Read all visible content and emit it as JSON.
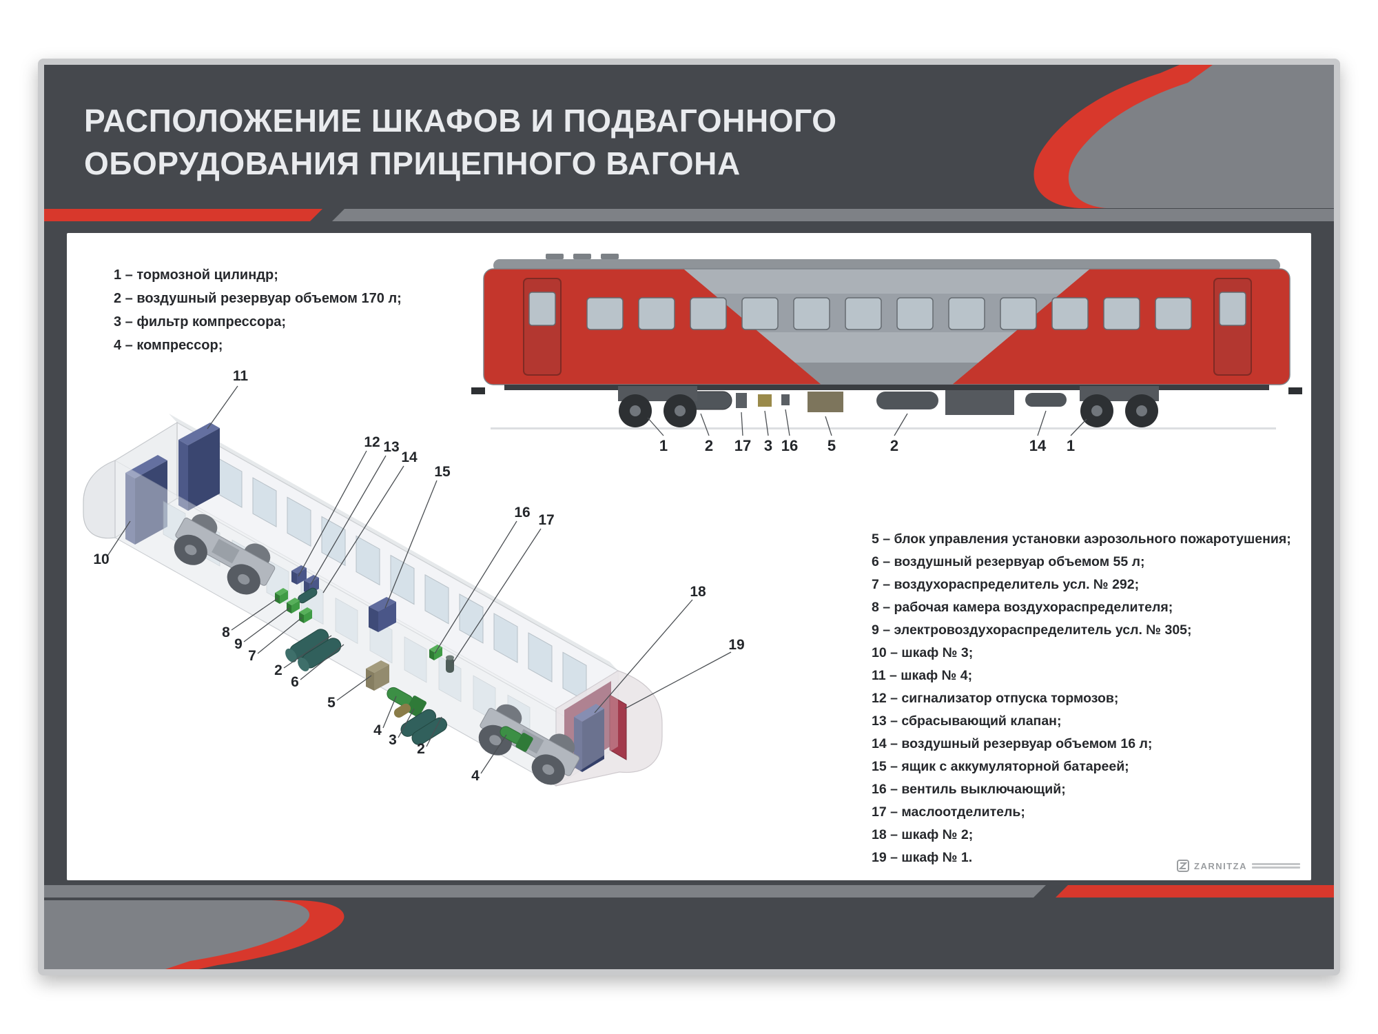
{
  "poster": {
    "title": {
      "line1": "РАСПОЛОЖЕНИЕ ШКАФОВ И ПОДВАГОННОГО",
      "line2": "ОБОРУДОВАНИЯ ПРИЦЕПНОГО ВАГОНА"
    },
    "legend_top": [
      "1 – тормозной цилиндр;",
      "2 – воздушный резервуар объемом 170 л;",
      "3 – фильтр компрессора;",
      "4 – компрессор;"
    ],
    "legend_right": [
      "5 – блок управления установки аэрозольного пожаротушения;",
      "6 – воздушный резервуар объемом 55 л;",
      "7 – воздухораспределитель усл. № 292;",
      "8 – рабочая камера воздухораспределителя;",
      "9 – электровоздухораспределитель усл. № 305;",
      "10 – шкаф № 3;",
      "11 – шкаф № 4;",
      "12 – сигнализатор отпуска тормозов;",
      "13 – сбрасывающий клапан;",
      "14 – воздушный резервуар объемом 16 л;",
      "15 – ящик с аккумуляторной батареей;",
      "16 – вентиль выключающий;",
      "17 – маслоотделитель;",
      "18 – шкаф № 2;",
      "19 – шкаф № 1."
    ],
    "side_callouts": [
      "1",
      "2",
      "17",
      "3",
      "16",
      "5",
      "2",
      "14",
      "1"
    ],
    "iso_callouts": [
      "11",
      "12",
      "13",
      "14",
      "15",
      "16",
      "17",
      "18",
      "19",
      "10",
      "8",
      "9",
      "7",
      "2",
      "6",
      "5",
      "4",
      "3",
      "2",
      "4"
    ],
    "logo_text": "ZARNITZA",
    "colors": {
      "board_gray": "#45484d",
      "accent_red": "#d8382c",
      "swoosh_gray": "#7e8186",
      "panel_white": "#ffffff",
      "livery_red": "#c4362c",
      "livery_gray": "#abb1b7",
      "cabinet_blue": "#46527e",
      "equipment_green": "#3c8f45",
      "reservoir_teal": "#31605c"
    }
  }
}
